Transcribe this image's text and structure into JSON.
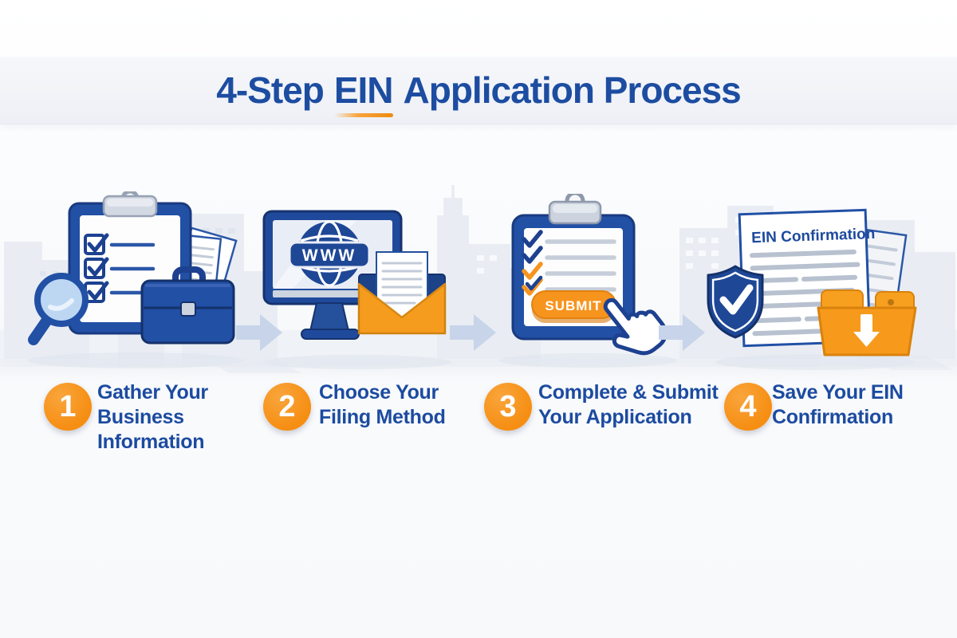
{
  "title": {
    "prefix": "4-Step",
    "highlight": "EIN",
    "suffix": "Application Process"
  },
  "colors": {
    "accent_orange": "#F7941E",
    "primary_blue": "#1D4DA1",
    "navy": "#16336E",
    "arrow_light_blue": "#C7D4E9"
  },
  "steps": [
    {
      "number": "1",
      "label": "Gather Your\nBusiness\nInformation",
      "icons": [
        "clipboard-checklist-icon",
        "magnifying-glass-icon",
        "briefcase-icon",
        "document-stack-icon"
      ]
    },
    {
      "number": "2",
      "label": "Choose Your\nFiling Method",
      "screen_text": "WWW",
      "icons": [
        "monitor-icon",
        "globe-icon",
        "envelope-letter-icon"
      ]
    },
    {
      "number": "3",
      "label": "Complete & Submit\nYour Application",
      "button_label": "SUBMIT",
      "icons": [
        "clipboard-checklist-icon",
        "hand-cursor-icon"
      ]
    },
    {
      "number": "4",
      "label": "Save Your EIN\nConfirmation",
      "document_title": "EIN Confirmation",
      "icons": [
        "shield-check-icon",
        "confirmation-document-icon",
        "download-folder-icon"
      ]
    }
  ]
}
